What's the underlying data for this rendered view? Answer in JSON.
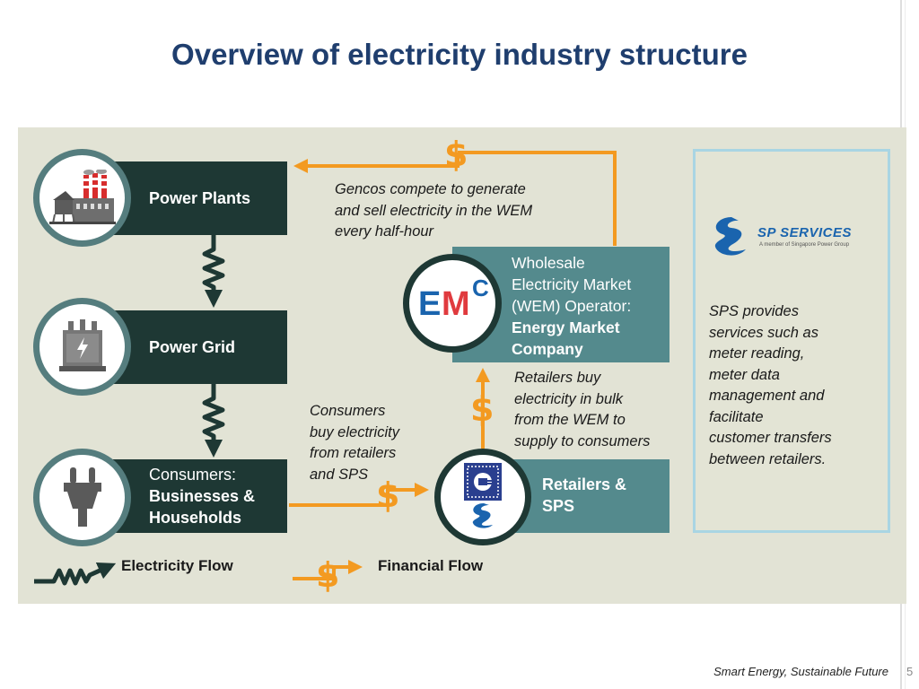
{
  "title": "Overview of electricity industry structure",
  "nodes": {
    "power_plants": "Power Plants",
    "power_grid": "Power Grid",
    "consumers_line1": "Consumers:",
    "consumers_line2": "Businesses &",
    "consumers_line3": "Households",
    "wem_line1": "Wholesale",
    "wem_line2": "Electricity Market",
    "wem_line3": "(WEM) Operator:",
    "wem_line4": "Energy Market",
    "wem_line5": "Company",
    "retailers_line1": "Retailers &",
    "retailers_line2": "SPS"
  },
  "annotations": {
    "gencos": [
      "Gencos compete to generate",
      "and sell electricity in the WEM",
      "every half-hour"
    ],
    "retailers_buy": [
      "Retailers buy",
      "electricity in bulk",
      "from the WEM to",
      "supply to consumers"
    ],
    "consumers_buy": [
      "Consumers",
      "buy electricity",
      "from retailers",
      "and SPS"
    ]
  },
  "sps_panel": {
    "logo_name": "SP SERVICES",
    "logo_tagline": "A member of Singapore Power Group",
    "description": [
      "SPS provides",
      "services such as",
      "meter reading,",
      "meter data",
      "management and",
      "facilitate",
      "customer transfers",
      "between retailers."
    ]
  },
  "emc_logo": {
    "letters_blue": "E",
    "letters_red": "M",
    "letter_c": "C"
  },
  "currency_symbol": "$",
  "legend": {
    "electricity_flow": "Electricity Flow",
    "financial_flow": "Financial Flow"
  },
  "icons": [
    "factory-icon",
    "transformer-icon",
    "plug-icon",
    "emc-logo",
    "retailer-logo",
    "sp-services-logo",
    "zigzag-icon",
    "dollar-icon"
  ],
  "colors": {
    "title": "#1f3e6e",
    "panel_bg": "#e2e3d5",
    "dark_bar": "#1e3834",
    "teal_box": "#548a8d",
    "circle_ring": "#557d7e",
    "financial_orange": "#f39a21",
    "electric_dark": "#1e3834",
    "sps_border": "#a9d5e3",
    "emc_red": "#e03a3e",
    "emc_blue": "#1a64ae"
  },
  "footer": {
    "tagline": "Smart Energy, Sustainable Future",
    "page": "5"
  }
}
